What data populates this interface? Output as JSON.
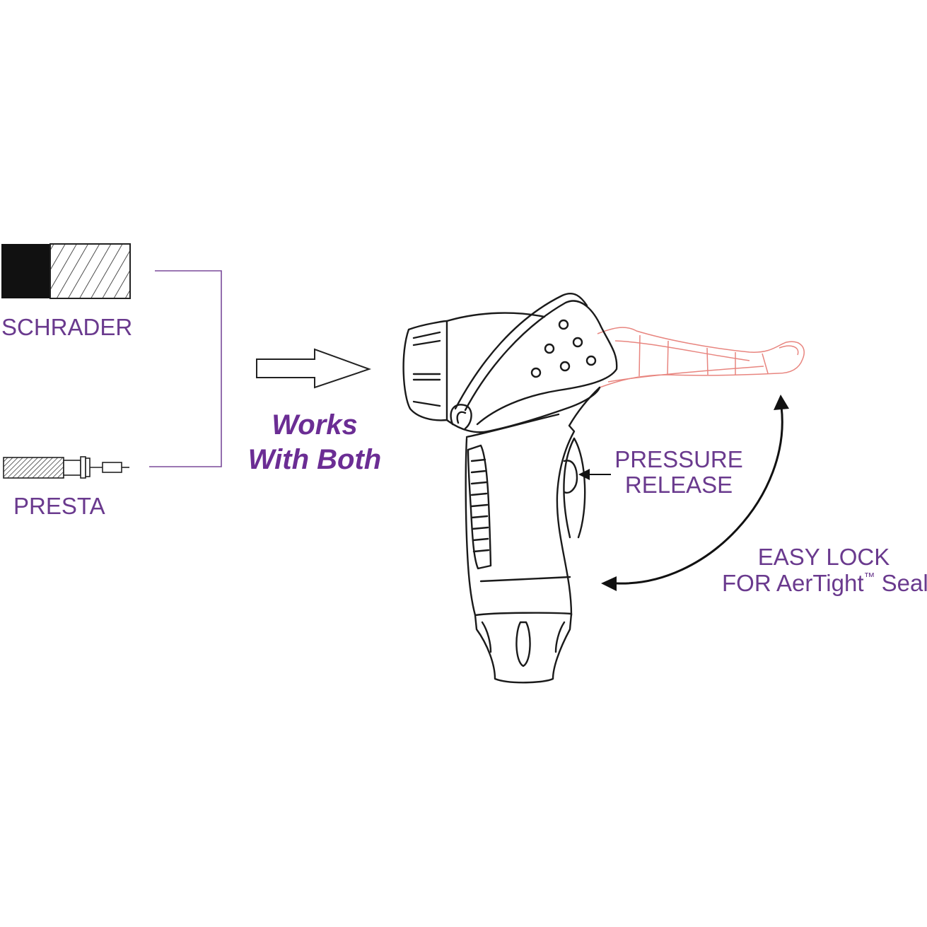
{
  "labels": {
    "schrader": "SCHRADER",
    "presta": "PRESTA",
    "works_line1": "Works",
    "works_line2": "With Both",
    "pressure_line1": "PRESSURE",
    "pressure_line2": "RELEASE",
    "easy_line1": "EASY LOCK",
    "easy_line2_pre": "FOR AerTight",
    "easy_tm": "™",
    "easy_line2_post": " Seal"
  },
  "colors": {
    "label_purple": "#6a3a8e",
    "heading_purple": "#6b2d94",
    "lever_red": "#e8857f",
    "line_black": "#1a1a1a"
  }
}
